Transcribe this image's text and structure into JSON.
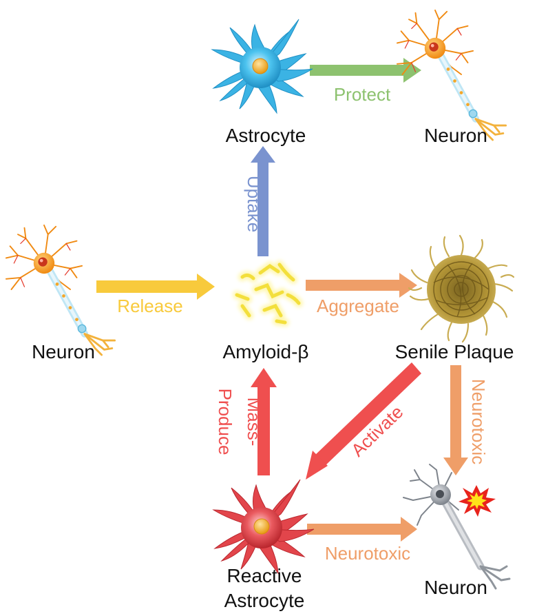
{
  "nodes": {
    "astrocyte": "Astrocyte",
    "neuron_protected": "Neuron",
    "neuron_source": "Neuron",
    "amyloid": "Amyloid-β",
    "plaque": "Senile Plaque",
    "reactive_line1": "Reactive",
    "reactive_line2": "Astrocyte",
    "neuron_damaged": "Neuron"
  },
  "edges": {
    "protect": "Protect",
    "uptake": "Uptake",
    "release": "Release",
    "aggregate": "Aggregate",
    "mass_produce_line1": "Mass-",
    "mass_produce_line2": "Produce",
    "activate": "Activate",
    "neurotoxic_plaque": "Neurotoxic",
    "neurotoxic_reactive": "Neurotoxic"
  },
  "colors": {
    "protect": "#8dc26f",
    "uptake": "#7a93cf",
    "release": "#f8ca3c",
    "aggregate": "#ef9e68",
    "mass_produce": "#ef4f4f",
    "activate": "#ef4f4f",
    "neurotoxic": "#ef9e68",
    "astrocyte": "#38b6e6",
    "reactive_astrocyte": "#e2454b",
    "neuron_body": "#f7a11a",
    "damaged_neuron": "#8f959c",
    "plaque": "#b79a3a",
    "amyloid": "#f3df3c"
  },
  "icons": [
    "astrocyte-icon",
    "neuron-icon",
    "amyloid-beta-icon",
    "senile-plaque-icon",
    "reactive-astrocyte-icon",
    "damaged-neuron-icon",
    "explosion-icon"
  ]
}
